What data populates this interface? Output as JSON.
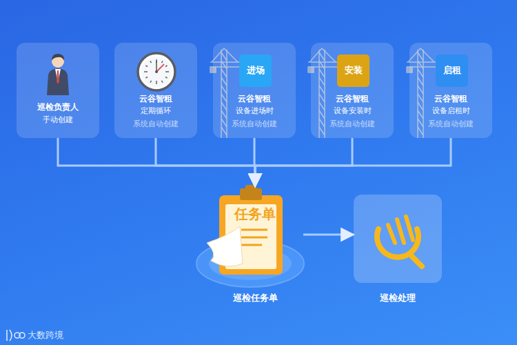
{
  "diagram": {
    "nodes": [
      {
        "text": [
          "巡检负责人",
          "手动创建"
        ]
      },
      {
        "text": [
          "云谷智租",
          "定期循环",
          "系统自动创建"
        ]
      },
      {
        "text": [
          "云谷智租",
          "设备进场时",
          "系统自动创建"
        ]
      },
      {
        "text": [
          "进场"
        ],
        "in": 2
      },
      {
        "text": [
          "云谷智租",
          "设备安装时",
          "系统自动创建"
        ]
      },
      {
        "text": [
          "安装"
        ],
        "in": 4
      },
      {
        "text": [
          "云谷智租",
          "设备启租时",
          "系统自动创建"
        ]
      },
      {
        "text": [
          "启租"
        ],
        "in": 6
      },
      {
        "text": [
          "任务单",
          "巡检任务单"
        ]
      },
      {
        "text": [
          "巡检处理"
        ]
      }
    ],
    "edges": [
      {
        "from": 0,
        "to": 8,
        "arrow": "to"
      },
      {
        "from": 1,
        "to": 8,
        "arrow": "to"
      },
      {
        "from": 2,
        "to": 8,
        "arrow": "to"
      },
      {
        "from": 4,
        "to": 8,
        "arrow": "to"
      },
      {
        "from": 6,
        "to": 8,
        "arrow": "to"
      },
      {
        "from": 8,
        "to": 9,
        "arrow": "to"
      }
    ],
    "labels": [
      "大数跨境"
    ]
  }
}
